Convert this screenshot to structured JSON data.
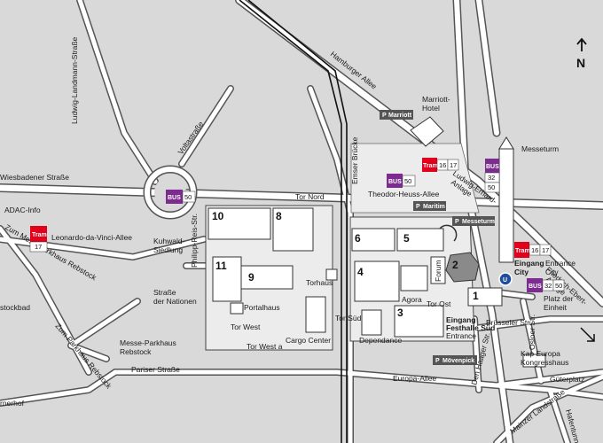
{
  "colors": {
    "background": "#d9d9d9",
    "road": "#ffffff",
    "tram": "#e3001b",
    "bus": "#7b2c8e",
    "parking": "#555555",
    "subway": "#1f4e9c",
    "hall2": "#8a8a8a"
  },
  "compass": {
    "letter": "N",
    "icon": "north-arrow-icon"
  },
  "streets": {
    "ludwig_landmann": "Ludwig-Landmann-Straße",
    "wiesbadener": "Wiesbadener Straße",
    "voltastrasse": "Voltastraße",
    "hamburger_allee": "Hamburger Allee",
    "emser_bruecke": "Emser Brücke",
    "theodor_heuss": "Theodor-Heuss-Allee",
    "ludwig_erhard_1": "Ludwig-Erhard-",
    "ludwig_erhard_2": "Anlage",
    "friedrich_ebert_1": "Friedrich-Ebert-",
    "friedrich_ebert_2": "Anlage",
    "leonardo": "Leonardo-da-Vinci-Allee",
    "zum_messeparkhaus": "Zum Messeparkhaus Rebstock",
    "zum_rebstock": "Zum Parkhaus Rebstock",
    "philipp_reis": "Philipp-Reis-Str.",
    "strasse_der_nationen_1": "Straße",
    "strasse_der_nationen_2": "der Nationen",
    "pariser": "Pariser Straße",
    "europa_allee": "Europa-Allee",
    "den_haager": "Den Haager Str.",
    "bruesseler": "Brüsseler Str.",
    "osloer": "Osloer Str.",
    "mainzer": "Mainzer Landstraße",
    "hafentunnel": "Hafentunnel",
    "guterplatz": "Güterplatz",
    "platz_der_einheit_1": "Platz der",
    "platz_der_einheit_2": "Einheit"
  },
  "places": {
    "adac": "ADAC-Info",
    "kuhwald_1": "Kuhwald-",
    "kuhwald_2": "Siedlung",
    "marriott_1": "Marriott-",
    "marriott_2": "Hotel",
    "messeturm": "Messeturm",
    "portalhaus": "Portalhaus",
    "torhaus": "Torhaus",
    "cargo_center": "Cargo Center",
    "dependance": "Dependance",
    "agora": "Agora",
    "forum": "Forum",
    "messe_parkhaus_1": "Messe-Parkhaus",
    "messe_parkhaus_2": "Rebstock",
    "kap_europa_1": "Kap Europa",
    "kap_europa_2": "Kongresshaus",
    "stockbad": "stockbad",
    "rnerhof": "rnerhof"
  },
  "gates": {
    "tor_nord": "Tor Nord",
    "tor_west": "Tor West",
    "tor_west_a": "Tor West a",
    "tor_sued": "Tor Süd",
    "tor_ost": "Tor Ost"
  },
  "entrances": {
    "city_1": "Eingang",
    "city_2": "City",
    "entrance_city_1": "Entrance",
    "entrance_city_2": "City",
    "festhalle_1": "Eingang",
    "festhalle_2": "Festhalle Süd",
    "festhalle_3": "Entrance"
  },
  "parking": {
    "marriott": "Marriott",
    "maritim": "Maritim",
    "messeturm": "Messeturm",
    "moevenpick": "Mövenpick"
  },
  "transit": {
    "tram_label": "Tram",
    "bus_label": "BUS",
    "subway_label": "U",
    "tram_ludwig_erhard": [
      "16",
      "17"
    ],
    "bus_ludwig_erhard": [
      "32",
      "50"
    ],
    "bus_theodor_heuss": [
      "50"
    ],
    "bus_tor_nord": [
      "50"
    ],
    "tram_leonardo": [
      "17"
    ],
    "tram_city": [
      "16",
      "17"
    ],
    "bus_einheit": [
      "32",
      "50"
    ]
  },
  "halls": [
    "1",
    "2",
    "3",
    "4",
    "5",
    "6",
    "8",
    "9",
    "10",
    "11"
  ]
}
